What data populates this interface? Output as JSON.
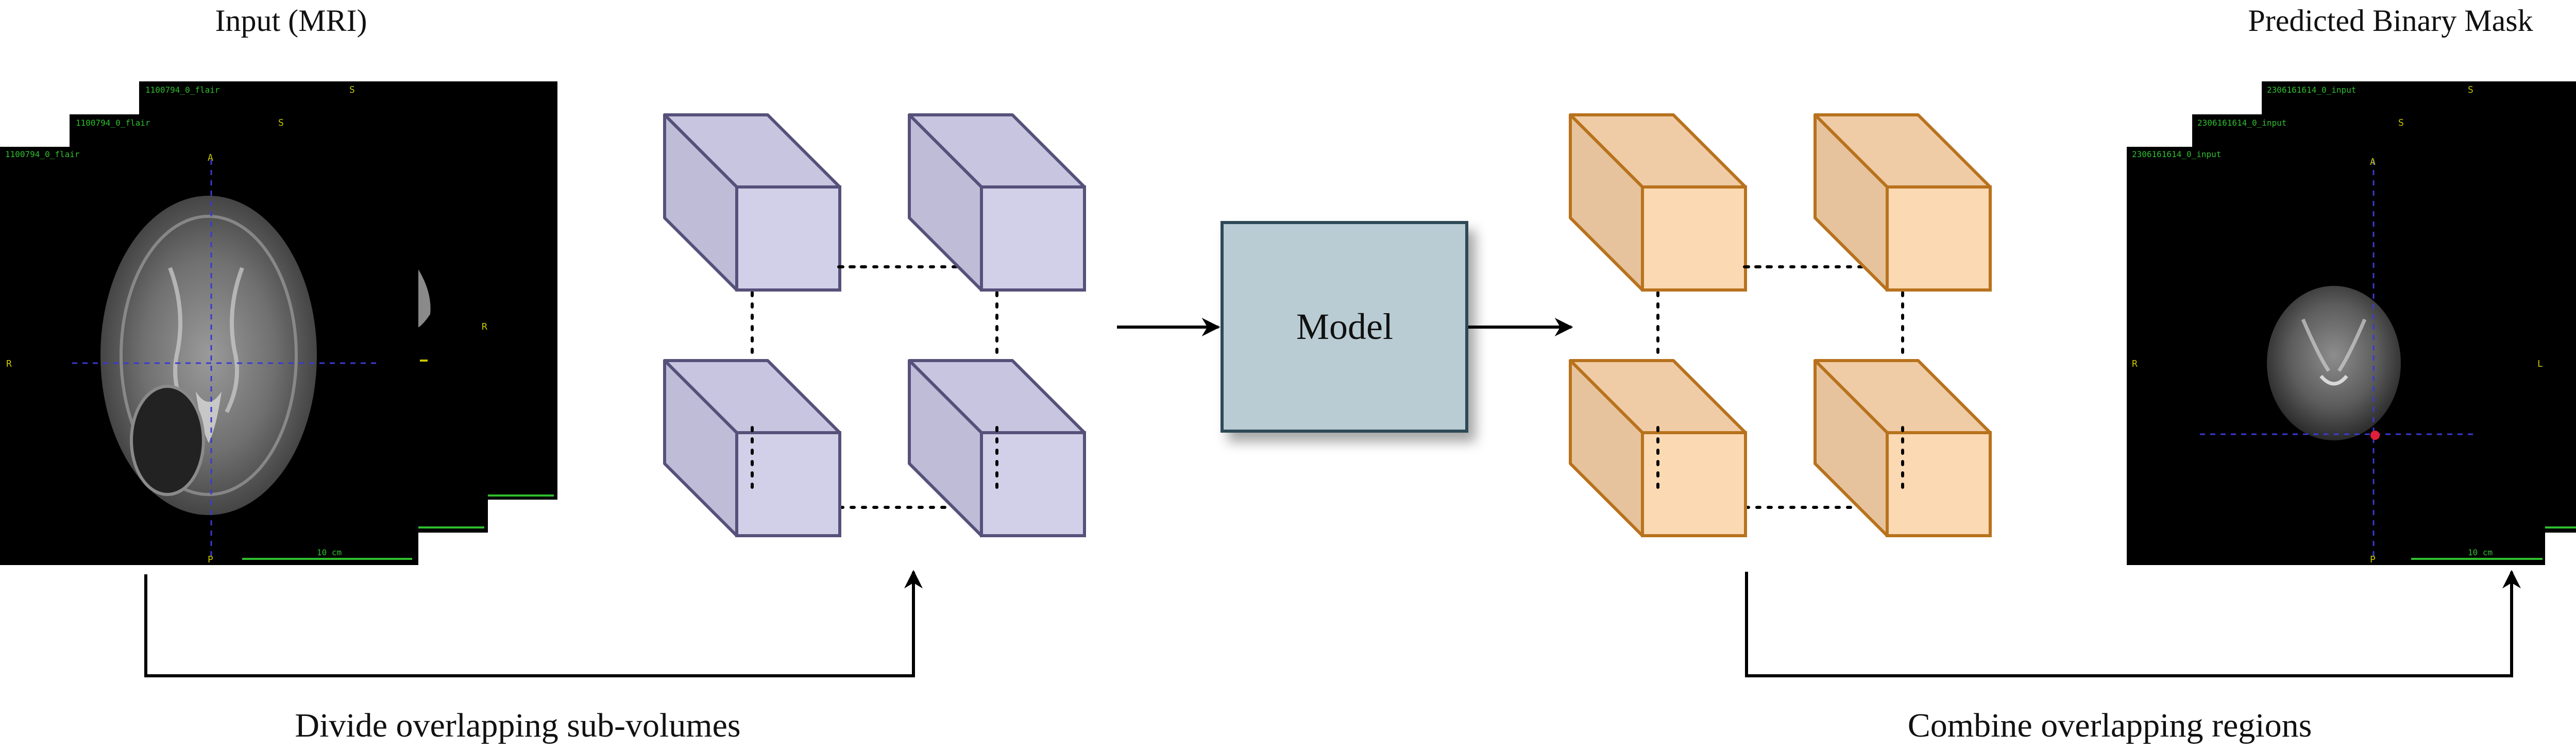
{
  "labels": {
    "input_title": "Input (MRI)",
    "output_title": "Predicted Binary Mask",
    "model": "Model",
    "divide_caption": "Divide overlapping sub-volumes",
    "combine_caption": "Combine overlapping regions"
  },
  "mri_overlay": {
    "input_filename": "1100794_0_flair",
    "output_filename": "2306161614_0_input",
    "scale_input": "10 cm",
    "scale_output": "10 cm",
    "orient": {
      "anterior": "A",
      "posterior": "P",
      "right": "R",
      "left": "L",
      "superior": "S"
    }
  },
  "colors": {
    "subvolume_fill": "#d1d0e8",
    "subvolume_side": "#bfbcd8",
    "subvolume_top": "#c7c5e0",
    "subvolume_stroke": "#56517a",
    "region_fill": "#fbd9b3",
    "region_side": "#e6c39c",
    "region_top": "#f0cca6",
    "region_stroke": "#b8721d",
    "model_fill": "#b9cbd3",
    "model_stroke": "#2f4a57",
    "mri_overlay_green": "#2fbf2f",
    "mri_crosshair": "#3a3ad0",
    "mask_marker": "#e0203a"
  },
  "icons": {
    "input_stack": "mri-slice-stack-icon",
    "output_stack": "mask-slice-stack-icon",
    "subvolume": "cube-icon",
    "arrow": "arrow-right-icon"
  }
}
